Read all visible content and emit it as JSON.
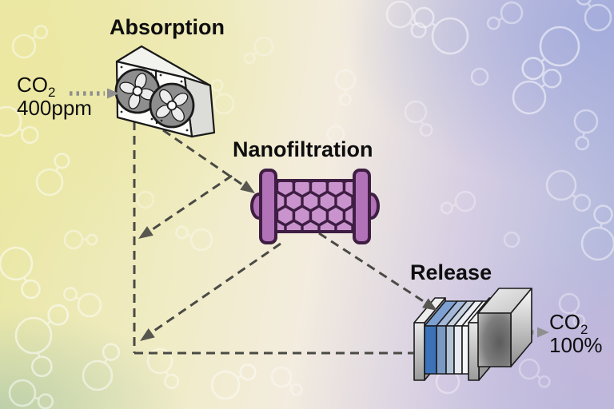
{
  "figure": {
    "stages": [
      {
        "label": "Absorption"
      },
      {
        "label": "Nanofiltration"
      },
      {
        "label": "Release"
      }
    ],
    "input_stream": {
      "formula": "CO",
      "subscript": "2",
      "value": "400ppm"
    },
    "output_stream": {
      "formula": "CO",
      "subscript": "2",
      "value": "100%"
    }
  },
  "colors": {
    "dashed_line": "#4a4a45",
    "arrowhead": "#57564f",
    "dotted_arrow": "#8f8f8f",
    "membrane_cap": "#b172b8",
    "membrane_hex": "#c994ce",
    "membrane_outline": "#3f1e43",
    "stack_plates": [
      "#3c72b7",
      "#7b99c5",
      "#b3c3d6",
      "#e4eaf0",
      "#f5f6f7"
    ],
    "label_text": "#0e0e0e"
  }
}
